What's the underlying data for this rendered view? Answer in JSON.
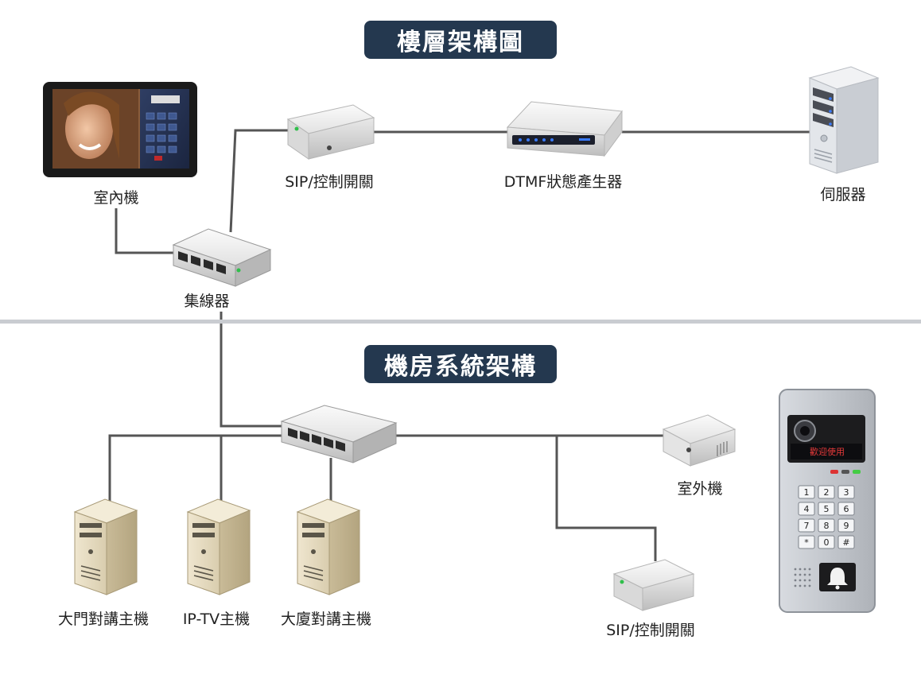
{
  "sections": {
    "floor": {
      "title": "樓層架構圖"
    },
    "machine_room": {
      "title": "機房系統架構"
    }
  },
  "devices": {
    "indoor_unit": {
      "label": "室內機",
      "icon": "indoor-monitor-icon"
    },
    "sip_switch_top": {
      "label": "SIP/控制開關",
      "icon": "sip-switch-icon"
    },
    "dtmf_generator": {
      "label": "DTMF狀態產生器",
      "icon": "dtmf-generator-icon"
    },
    "server": {
      "label": "伺服器",
      "icon": "tower-server-icon"
    },
    "hub_floor": {
      "label": "集線器",
      "icon": "network-hub-icon"
    },
    "gate_intercom": {
      "label": "大門對講主機",
      "icon": "tower-server-icon"
    },
    "iptv_host": {
      "label": "IP-TV主機",
      "icon": "tower-server-icon"
    },
    "building_intercom": {
      "label": "大廈對講主機",
      "icon": "tower-server-icon"
    },
    "outdoor_unit": {
      "label": "室外機",
      "icon": "outdoor-box-icon"
    },
    "sip_switch_bottom": {
      "label": "SIP/控制開關",
      "icon": "sip-switch-icon"
    }
  },
  "door_station": {
    "display_text": "歡迎使用",
    "keys": [
      "1",
      "2",
      "3",
      "4",
      "5",
      "6",
      "7",
      "8",
      "9",
      "*",
      "0",
      "#"
    ],
    "icon": "door-station-icon"
  },
  "colors": {
    "badge": "#24384f",
    "wire": "#555555",
    "divider": "#c9ccd1"
  }
}
